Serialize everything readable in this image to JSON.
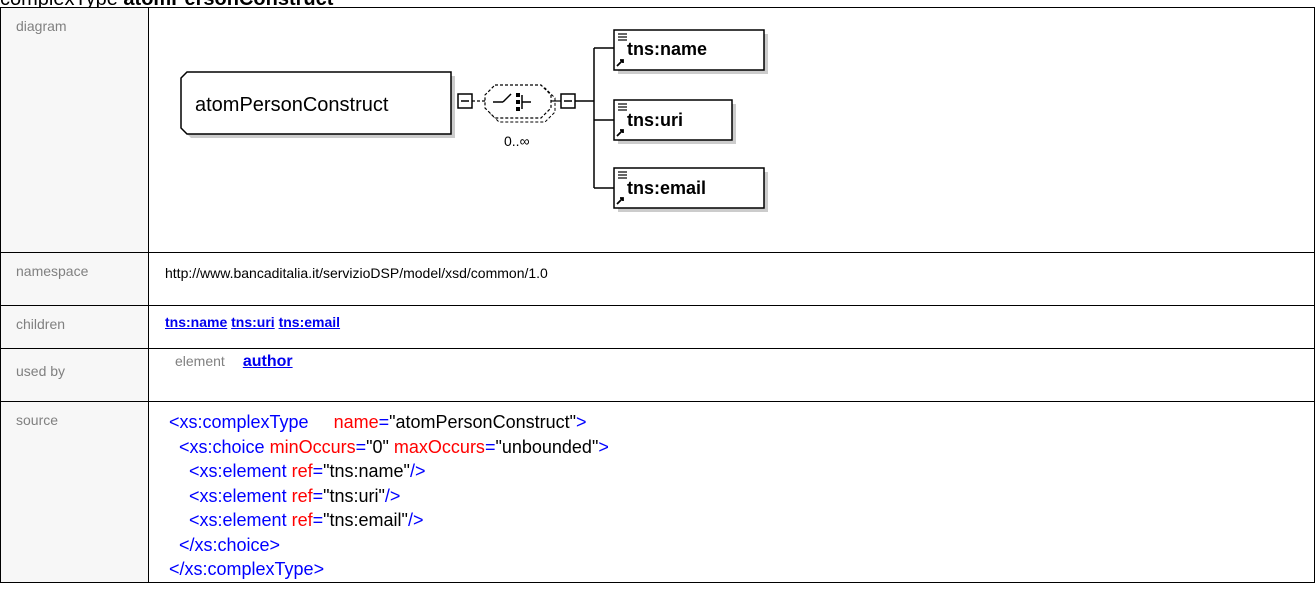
{
  "heading": {
    "prefix": "complexType",
    "name": "atomPersonConstruct"
  },
  "rows": {
    "diagram": {
      "label": "diagram"
    },
    "namespace": {
      "label": "namespace",
      "value": "http://www.bancaditalia.it/servizioDSP/model/xsd/common/1.0"
    },
    "children": {
      "label": "children",
      "links": [
        "tns:name",
        "tns:uri",
        "tns:email"
      ]
    },
    "used_by": {
      "label": "used by",
      "kind": "element",
      "link": "author"
    },
    "source": {
      "label": "source"
    }
  },
  "diagram": {
    "type_name": "atomPersonConstruct",
    "occurrence": "0..∞",
    "elements": [
      "tns:name",
      "tns:uri",
      "tns:email"
    ]
  },
  "source": {
    "line1": {
      "tag": "<xs:complexType",
      "attr": "name",
      "eq": "=",
      "val": "\"atomPersonConstruct\"",
      "end": ">"
    },
    "line2": {
      "tag": "<xs:choice",
      "attr1": "minOccurs",
      "eq1": "=",
      "val1": "\"0\"",
      "attr2": "maxOccurs",
      "eq2": "=",
      "val2": "\"unbounded\"",
      "end": ">"
    },
    "elements": [
      {
        "tag": "<xs:element",
        "attr": "ref",
        "eq": "=",
        "val": "\"tns:name\"",
        "end": "/>"
      },
      {
        "tag": "<xs:element",
        "attr": "ref",
        "eq": "=",
        "val": "\"tns:uri\"",
        "end": "/>"
      },
      {
        "tag": "<xs:element",
        "attr": "ref",
        "eq": "=",
        "val": "\"tns:email\"",
        "end": "/>"
      }
    ],
    "close_choice": "</xs:choice>",
    "close_type": "</xs:complexType>"
  }
}
